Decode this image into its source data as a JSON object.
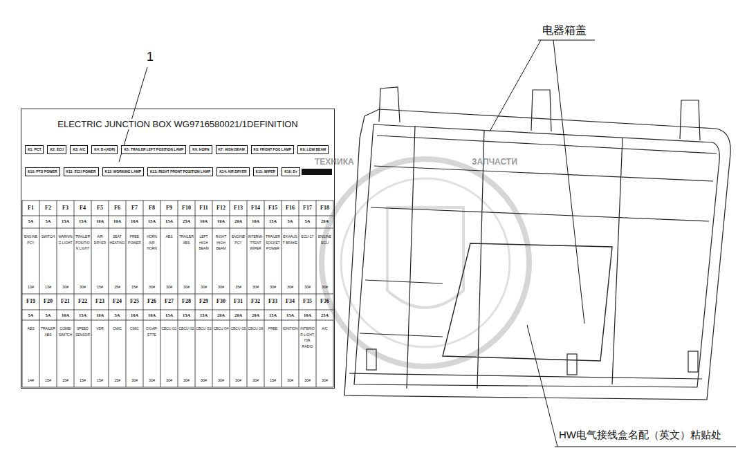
{
  "diagram": {
    "nodes": [
      {
        "text": [
          "ELECTRIC JUNCTION BOX WG9716580021/1DEFINITION"
        ]
      },
      {
        "text": [
          "K1: PCT"
        ],
        "in": 0
      },
      {
        "text": [
          "K2: ECU"
        ],
        "in": 0
      },
      {
        "text": [
          "K3: A/C"
        ],
        "in": 0
      },
      {
        "text": [
          "K4: D+(ADR)"
        ],
        "in": 0
      },
      {
        "text": [
          "K5: TRAILER LEFT POSITION LAMP"
        ],
        "in": 0
      },
      {
        "text": [
          "K6: HORN"
        ],
        "in": 0
      },
      {
        "text": [
          "K7: HIGH BEAM"
        ],
        "in": 0
      },
      {
        "text": [
          "K8: FRONT FOG LAMP"
        ],
        "in": 0
      },
      {
        "text": [
          "K9: LOW BEAM"
        ],
        "in": 0
      },
      {
        "text": [
          "K10: PTO POWER"
        ],
        "in": 0
      },
      {
        "text": [
          "K11: ECU POWER"
        ],
        "in": 0
      },
      {
        "text": [
          "K12: WORKING LAMP"
        ],
        "in": 0
      },
      {
        "text": [
          "K13: RIGHT FRONT POSITION LAMP"
        ],
        "in": 0
      },
      {
        "text": [
          "K14: AIR DRYER"
        ],
        "in": 0
      },
      {
        "text": [
          "K15: WIPER"
        ],
        "in": 0
      },
      {
        "text": [
          "K16: D+"
        ],
        "in": 0
      }
    ],
    "labels": [
      "1",
      "电器箱盖",
      "HW电气接线盒名配（英文）粘贴处",
      "F1",
      "F2",
      "F3",
      "F4",
      "F5",
      "F6",
      "F7",
      "F8",
      "F9",
      "F10",
      "F11",
      "F12",
      "F13",
      "F14",
      "F15",
      "F16",
      "F17",
      "F18",
      "5A",
      "5A",
      "15A",
      "15A",
      "10A",
      "10A",
      "10A",
      "15A",
      "15A",
      "25A",
      "10A",
      "10A",
      "20A",
      "10A",
      "15A",
      "5A",
      "5A",
      "20A",
      "ENGINE PCY",
      "SWITCH",
      "WARNING LIGHT",
      "TRAILER POSITION LIGHT",
      "AIR DRYER",
      "SEAT HEATING",
      "FREE POWER",
      "HORN AIR HORN",
      "ABS",
      "TRAILER ABS",
      "LEFT HIGH BEAM",
      "RIGHT HIGH BEAM",
      "ENGINE PCY",
      "INTERMI-TTENT WIPER",
      "TRAILER SOCKET POWER",
      "EXHAUST BRAKE",
      "ECU-17",
      "ENGINE ECU",
      "10#",
      "13#",
      "30#",
      "30#",
      "15#",
      "15#",
      "15#",
      "30#",
      "30#",
      "30#",
      "30#",
      "30#",
      "15#",
      "30#",
      "30#",
      "30#",
      "30#",
      "30#",
      "F19",
      "F20",
      "F21",
      "F22",
      "F23",
      "F24",
      "F25",
      "F26",
      "F27",
      "F28",
      "F29",
      "F30",
      "F31",
      "F32",
      "F33",
      "F34",
      "F35",
      "F36",
      "5A",
      "5A",
      "10A",
      "15A",
      "10A",
      "5A",
      "10A",
      "10A",
      "15A",
      "15A",
      "15A",
      "20A",
      "20A",
      "20A",
      "15A",
      "15A",
      "10A",
      "25A",
      "ABS",
      "TRAILER ABS",
      "COMBI SWITCH",
      "SPEED SENSOR",
      "VDR",
      "CMIC",
      "CMIC",
      "CIGAR-ETTE",
      "CBCU G1",
      "CBCU G2",
      "CBCU G3",
      "CBCU G4",
      "CBCU G5",
      "CBCU G6",
      "FREE",
      "IGNITION",
      "INTERIOR LIGHT, 70R, RADIO",
      "A/C",
      "14#",
      "15#",
      "15#",
      "15#",
      "15#",
      "15#",
      "30#",
      "30#",
      "30#",
      "30#",
      "30#",
      "30#",
      "30#",
      "30#",
      "15#",
      "30#",
      "30#",
      "30#",
      "ТЕХНИКА",
      "ЗАПЧАСТИ"
    ]
  }
}
